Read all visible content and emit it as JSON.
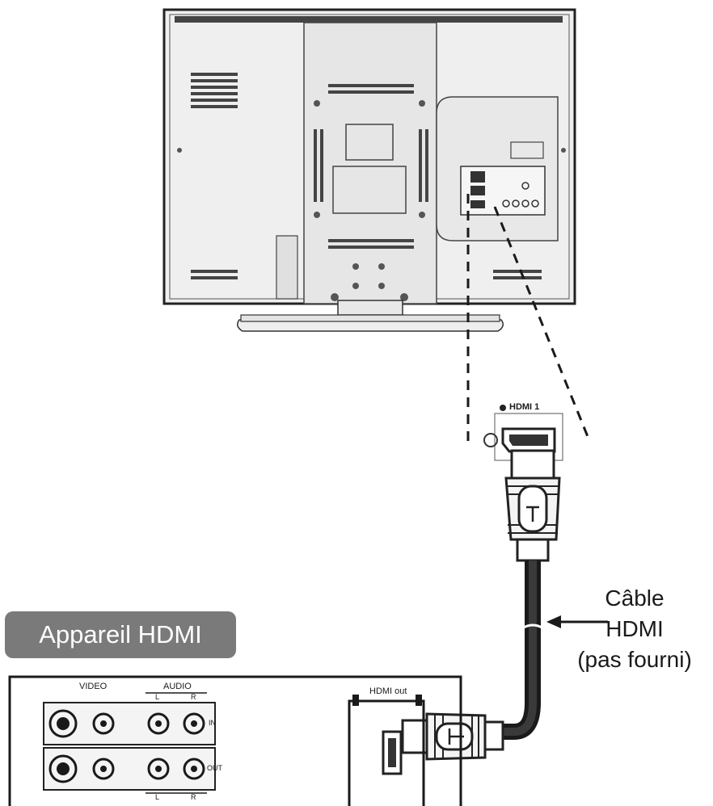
{
  "device_label": "Appareil HDMI",
  "cable_label": {
    "line1": "Câble",
    "line2": "HDMI",
    "line3": "(pas fourni)"
  },
  "tv_port_label": "HDMI 1",
  "device_port_label": "HDMI out",
  "device_panel": {
    "video_label": "VIDEO",
    "audio_label": "AUDIO",
    "left_label": "L",
    "right_label": "R",
    "in_label": "IN",
    "out_label": "OUT"
  },
  "colors": {
    "line": "#1a1a1a",
    "panel": "#f2f2f2",
    "badge": "#7a7a7a"
  }
}
